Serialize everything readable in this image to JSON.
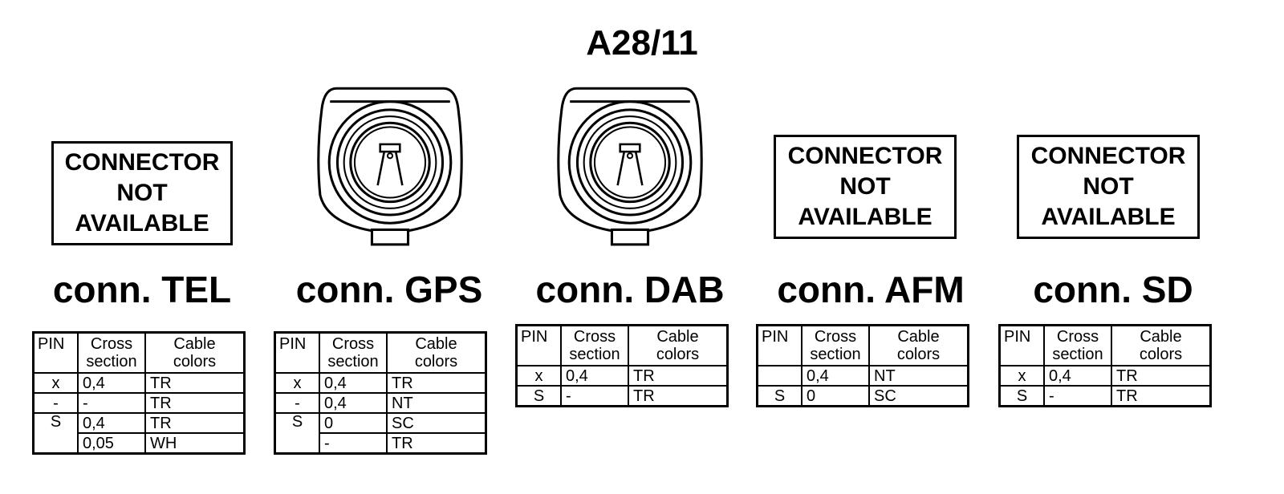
{
  "title": "A28/11",
  "not_available_lines": [
    "CONNECTOR",
    "NOT",
    "AVAILABLE"
  ],
  "table_headers": {
    "pin": "PIN",
    "cross_line1": "Cross",
    "cross_line2": "section",
    "cable_line1": "Cable",
    "cable_line2": "colors"
  },
  "connectors": [
    {
      "label": "conn. TEL",
      "available": false,
      "rows": [
        {
          "pin": "x",
          "cross": "0,4",
          "color": "TR"
        },
        {
          "pin": "-",
          "cross": "-",
          "color": "TR"
        },
        {
          "pin": "S",
          "cross": "0,4",
          "color": "TR"
        },
        {
          "pin": "",
          "cross": "0,05",
          "color": "WH"
        }
      ]
    },
    {
      "label": "conn. GPS",
      "available": true,
      "rows": [
        {
          "pin": "x",
          "cross": "0,4",
          "color": "TR"
        },
        {
          "pin": "-",
          "cross": "0,4",
          "color": "NT"
        },
        {
          "pin": "S",
          "cross": "0",
          "color": "SC"
        },
        {
          "pin": "",
          "cross": "-",
          "color": "TR"
        }
      ]
    },
    {
      "label": "conn. DAB",
      "available": true,
      "rows": [
        {
          "pin": "x",
          "cross": "0,4",
          "color": "TR"
        },
        {
          "pin": "S",
          "cross": "-",
          "color": "TR"
        }
      ]
    },
    {
      "label": "conn. AFM",
      "available": false,
      "rows": [
        {
          "pin": "",
          "cross": "0,4",
          "color": "NT"
        },
        {
          "pin": "S",
          "cross": "0",
          "color": "SC"
        }
      ]
    },
    {
      "label": "conn. SD",
      "available": false,
      "rows": [
        {
          "pin": "x",
          "cross": "0,4",
          "color": "TR"
        },
        {
          "pin": "S",
          "cross": "-",
          "color": "TR"
        }
      ]
    }
  ]
}
